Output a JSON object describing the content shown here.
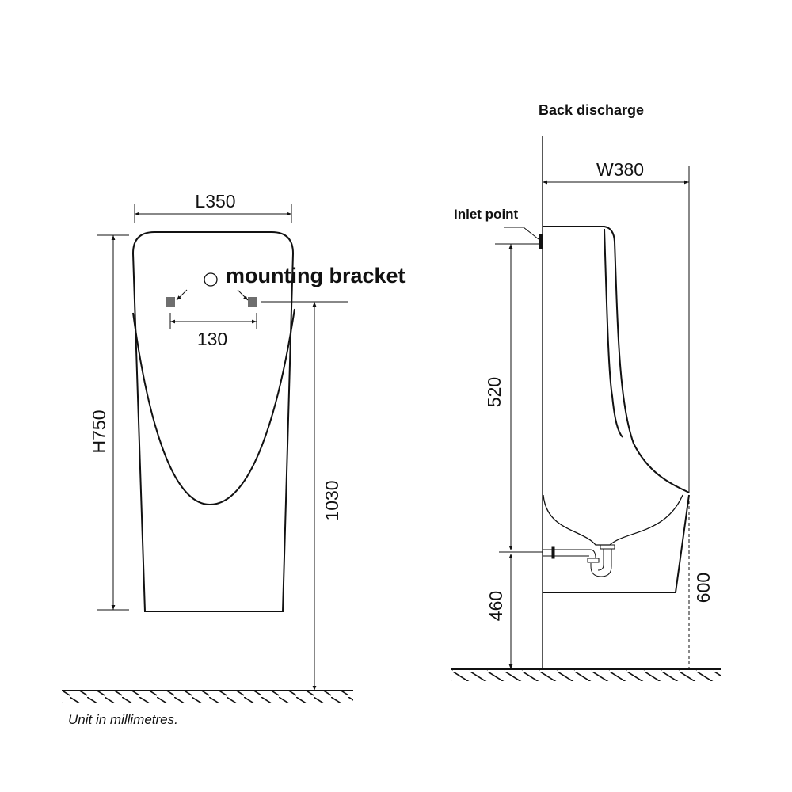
{
  "front_view": {
    "width_label": "L350",
    "height_label": "H750",
    "bracket_spacing_label": "130",
    "bracket_height_label": "1030",
    "bracket_callout": "mounting bracket"
  },
  "side_view": {
    "title": "Back discharge",
    "depth_label": "W380",
    "inlet_callout": "Inlet point",
    "inlet_height_label": "520",
    "outlet_height_label": "460",
    "rim_height_label": "600"
  },
  "note": "Unit in millimetres.",
  "colors": {
    "line": "#111111",
    "bracket": "#6e6e6e"
  }
}
